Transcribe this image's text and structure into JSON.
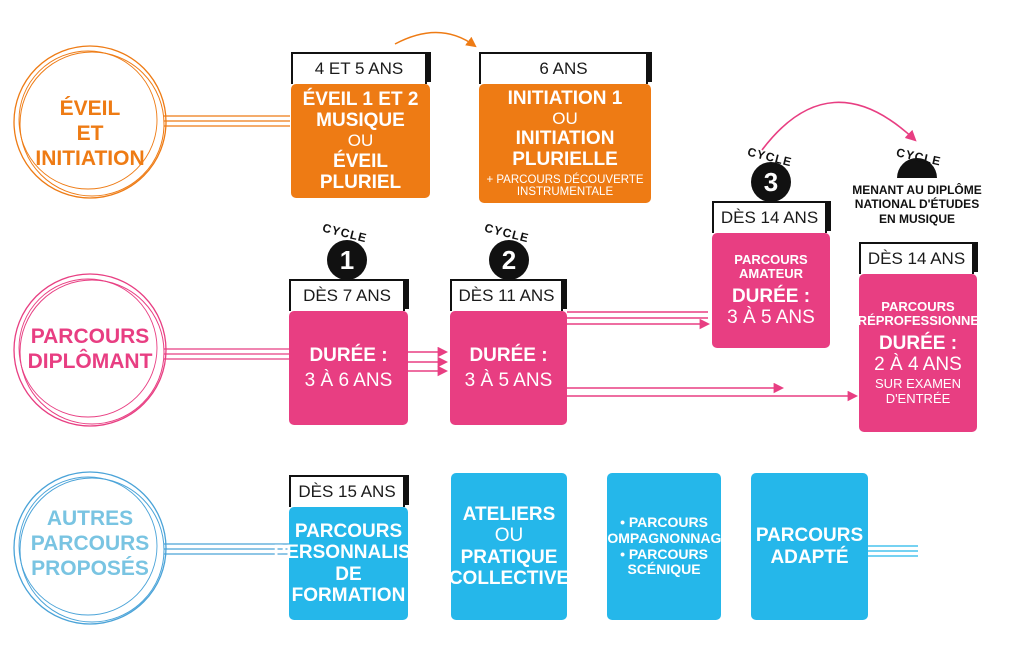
{
  "rows": {
    "eveil": {
      "label_line1": "ÉVEIL",
      "label_line2": "ET INITIATION",
      "color": "#ee7b14"
    },
    "diplomant": {
      "label_line1": "PARCOURS",
      "label_line2": "DIPLÔMANT",
      "color": "#e83e82"
    },
    "autres": {
      "label_line1": "AUTRES",
      "label_line2": "PARCOURS",
      "label_line3": "PROPOSÉS",
      "color": "#79c4e2"
    }
  },
  "eveil_box": {
    "tag": "4 ET 5 ANS",
    "line1": "ÉVEIL 1 ET 2",
    "line2": "MUSIQUE",
    "line3": "OU",
    "line4": "ÉVEIL PLURIEL"
  },
  "initiation_box": {
    "tag": "6 ANS",
    "line1": "INITIATION 1",
    "line2": "OU",
    "line3": "INITIATION PLURIELLE",
    "line4": "+ PARCOURS DÉCOUVERTE",
    "line5": "INSTRUMENTALE"
  },
  "cycle1": {
    "word": "CYCLE",
    "number": "1",
    "tag": "DÈS 7 ANS",
    "line1": "DURÉE :",
    "line2": "3 À 6 ANS"
  },
  "cycle2": {
    "word": "CYCLE",
    "number": "2",
    "tag": "DÈS 11 ANS",
    "line1": "DURÉE :",
    "line2": "3 À 5 ANS"
  },
  "cycle3": {
    "word": "CYCLE",
    "number": "3",
    "tag": "DÈS 14 ANS",
    "line1": "PARCOURS",
    "line2": "AMATEUR",
    "line3": "DURÉE :",
    "line4": "3 À 5 ANS"
  },
  "cycle_pro": {
    "word": "CYCLE",
    "diploma_line1": "MENANT AU DIPLÔME",
    "diploma_line2": "NATIONAL D'ÉTUDES",
    "diploma_line3": "EN MUSIQUE",
    "tag": "DÈS 14 ANS",
    "line1": "PARCOURS",
    "line2": "PRÉPROFESSIONNEL",
    "line3": "DURÉE :",
    "line4": "2 À 4 ANS",
    "line5": "SUR EXAMEN",
    "line6": "D'ENTRÉE"
  },
  "perso_box": {
    "tag": "DÈS 15 ANS",
    "line1": "PARCOURS",
    "line2": "PERSONNALISÉ",
    "line3": "DE FORMATION"
  },
  "ateliers_box": {
    "line1": "ATELIERS",
    "line2": "OU",
    "line3": "PRATIQUE",
    "line4": "COLLECTIVE"
  },
  "compagnonnage_box": {
    "line1": "• PARCOURS",
    "line2": "COMPAGNONNAGE",
    "line3": "• PARCOURS",
    "line4": "SCÉNIQUE"
  },
  "adapte_box": {
    "line1": "PARCOURS",
    "line2": "ADAPTÉ"
  }
}
